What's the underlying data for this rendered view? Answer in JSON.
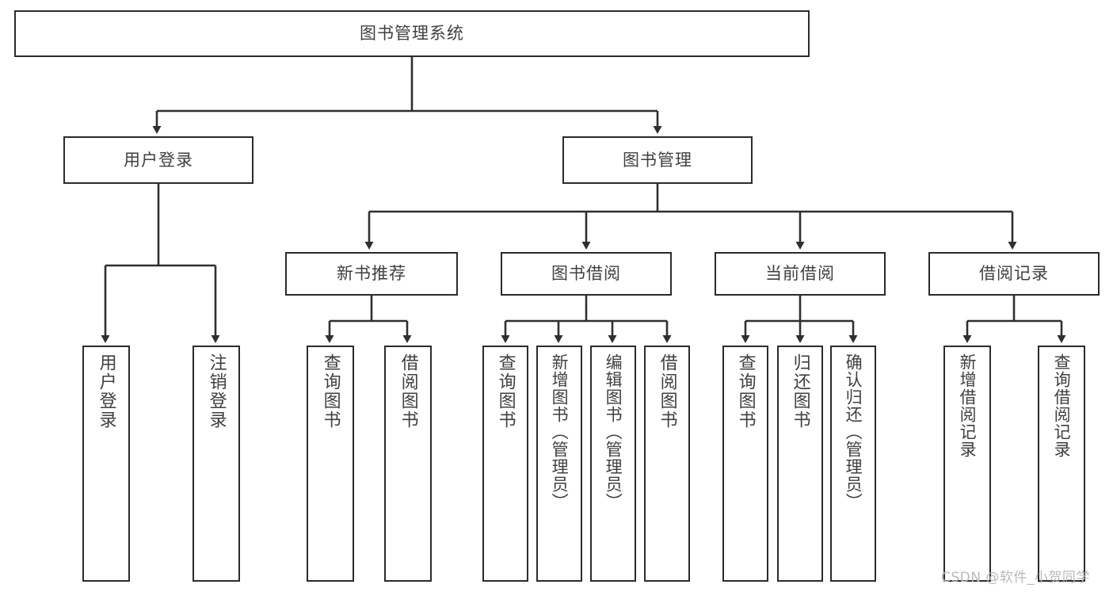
{
  "diagram": {
    "title": "图书管理系统",
    "type": "tree",
    "root": {
      "label": "图书管理系统"
    },
    "level2": [
      {
        "label": "用户登录"
      },
      {
        "label": "图书管理"
      }
    ],
    "level3": [
      {
        "label": "新书推荐"
      },
      {
        "label": "图书借阅"
      },
      {
        "label": "当前借阅"
      },
      {
        "label": "借阅记录"
      }
    ],
    "leaves": {
      "user_login": [
        {
          "label": "用户登录"
        },
        {
          "label": "注销登录"
        }
      ],
      "new_book_recommend": [
        {
          "label": "查询图书"
        },
        {
          "label": "借阅图书"
        }
      ],
      "book_borrow": [
        {
          "label": "查询图书"
        },
        {
          "label": "新增图书（管理员）"
        },
        {
          "label": "编辑图书（管理员）"
        },
        {
          "label": "借阅图书"
        }
      ],
      "current_borrow": [
        {
          "label": "查询图书"
        },
        {
          "label": "归还图书"
        },
        {
          "label": "确认归还（管理员）"
        }
      ],
      "borrow_record": [
        {
          "label": "新增借阅记录"
        },
        {
          "label": "查询借阅记录"
        }
      ]
    },
    "watermark": "CSDN @软件_小贺同学",
    "colors": {
      "border": "#2b2b2b",
      "text": "#3f3f3f",
      "background": "#ffffff",
      "connector": "#2f2f2f",
      "watermark": "#b9b9b9"
    }
  }
}
